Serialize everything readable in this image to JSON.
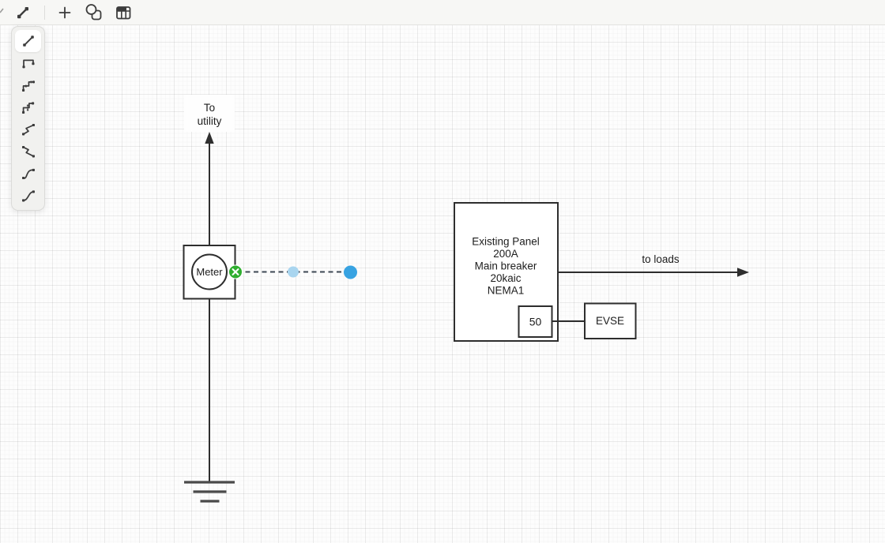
{
  "toolbar": {
    "tools": [
      {
        "name": "line-tool",
        "selected": true
      },
      {
        "name": "plus-tool",
        "selected": false
      },
      {
        "name": "shapes-tool",
        "selected": false
      },
      {
        "name": "table-tool",
        "selected": false
      }
    ]
  },
  "line_type_panel": {
    "selected": "straight-line",
    "items": [
      "straight-line",
      "elbow-line",
      "elbow-line-segments",
      "elbow-line-adjust",
      "zigzag-line-ascending",
      "zigzag-line-descending",
      "s-curve-line",
      "curve-line"
    ]
  },
  "diagram": {
    "utility_label": {
      "line1": "To",
      "line2": "utility"
    },
    "meter_label": "Meter",
    "panel": {
      "lines": [
        "Existing Panel",
        "200A",
        "Main breaker",
        "20kaic",
        "NEMA1"
      ]
    },
    "breaker_label": "50",
    "evse_label": "EVSE",
    "loads_label": "to loads"
  },
  "colors": {
    "shape_stroke": "#2e2e2e",
    "selection_dash": "#3d4854",
    "handle_green": "#2fae2f",
    "handle_blue": "#38a3e2",
    "handle_blue_light": "#a9d5ef",
    "toolbar_bg": "#f7f7f5",
    "flyout_bg": "#f1f1ef"
  }
}
